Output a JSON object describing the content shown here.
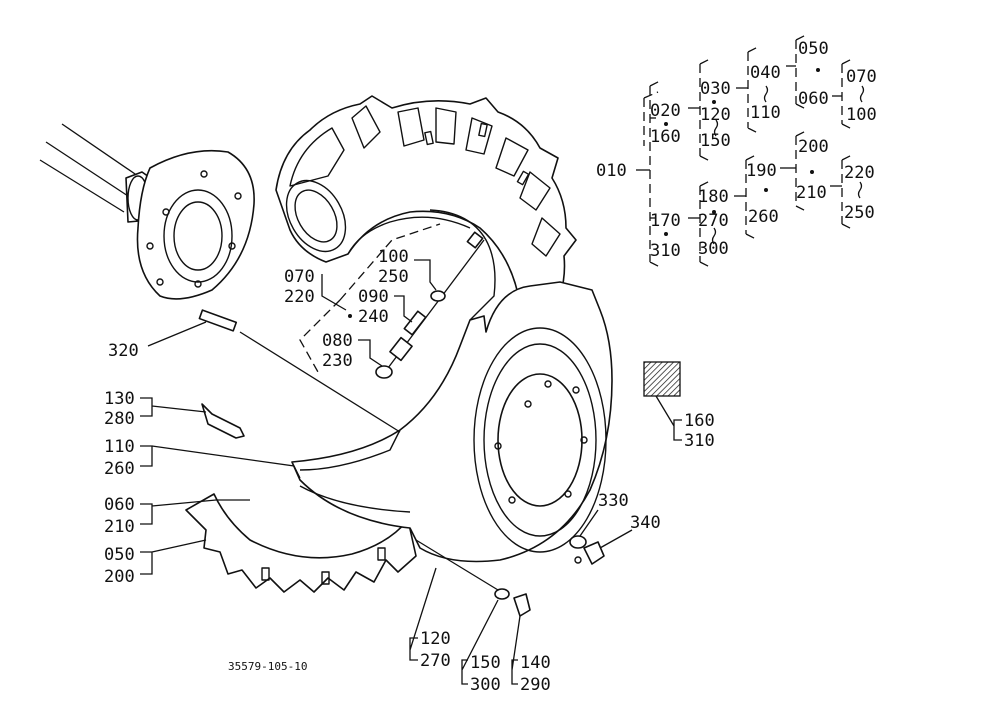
{
  "callouts": [
    {
      "id": "c320",
      "lines": [
        "320"
      ]
    },
    {
      "id": "c070",
      "lines": [
        "070",
        "220"
      ]
    },
    {
      "id": "c100",
      "lines": [
        "100",
        "250"
      ]
    },
    {
      "id": "c090",
      "lines": [
        "090",
        "240"
      ]
    },
    {
      "id": "c080",
      "lines": [
        "080",
        "230"
      ]
    },
    {
      "id": "c130",
      "lines": [
        "130",
        "280"
      ]
    },
    {
      "id": "c110",
      "lines": [
        "110",
        "260"
      ]
    },
    {
      "id": "c060",
      "lines": [
        "060",
        "210"
      ]
    },
    {
      "id": "c050",
      "lines": [
        "050",
        "200"
      ]
    },
    {
      "id": "c120",
      "lines": [
        "120",
        "270"
      ]
    },
    {
      "id": "c150",
      "lines": [
        "150",
        "300"
      ]
    },
    {
      "id": "c140",
      "lines": [
        "140",
        "290"
      ]
    },
    {
      "id": "c330",
      "lines": [
        "330"
      ]
    },
    {
      "id": "c340",
      "lines": [
        "340"
      ]
    },
    {
      "id": "c160",
      "lines": [
        "160",
        "310"
      ]
    }
  ],
  "tree": {
    "root": "010",
    "g020": [
      "020",
      "160"
    ],
    "g030": [
      "030",
      "120",
      "150"
    ],
    "g040": [
      "040",
      "110"
    ],
    "g050": [
      "050",
      "060"
    ],
    "g070": [
      "070",
      "100"
    ],
    "g170": [
      "170",
      "310"
    ],
    "g180": [
      "180",
      "270",
      "300"
    ],
    "g190": [
      "190",
      "260"
    ],
    "g200": [
      "200",
      "210"
    ],
    "g220": [
      "220",
      "250"
    ]
  },
  "doc_number": "35579-105-10"
}
